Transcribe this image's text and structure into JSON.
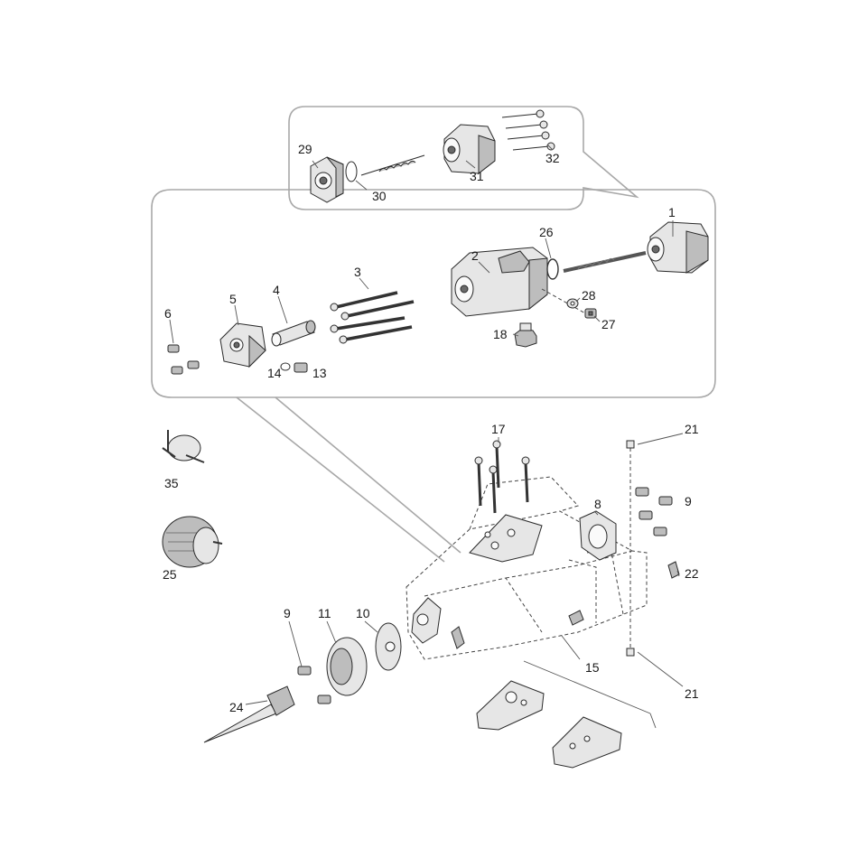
{
  "callouts": [
    {
      "id": "1",
      "text": "1"
    },
    {
      "id": "2",
      "text": "2"
    },
    {
      "id": "3",
      "text": "3"
    },
    {
      "id": "4",
      "text": "4"
    },
    {
      "id": "5",
      "text": "5"
    },
    {
      "id": "6",
      "text": "6"
    },
    {
      "id": "8",
      "text": "8"
    },
    {
      "id": "9a",
      "text": "9"
    },
    {
      "id": "9b",
      "text": "9"
    },
    {
      "id": "10",
      "text": "10"
    },
    {
      "id": "11",
      "text": "11"
    },
    {
      "id": "13",
      "text": "13"
    },
    {
      "id": "14",
      "text": "14"
    },
    {
      "id": "15",
      "text": "15"
    },
    {
      "id": "17",
      "text": "17"
    },
    {
      "id": "18",
      "text": "18"
    },
    {
      "id": "21a",
      "text": "21"
    },
    {
      "id": "21b",
      "text": "21"
    },
    {
      "id": "22",
      "text": "22"
    },
    {
      "id": "24",
      "text": "24"
    },
    {
      "id": "25",
      "text": "25"
    },
    {
      "id": "26",
      "text": "26"
    },
    {
      "id": "27",
      "text": "27"
    },
    {
      "id": "28",
      "text": "28"
    },
    {
      "id": "29",
      "text": "29"
    },
    {
      "id": "30",
      "text": "30"
    },
    {
      "id": "31",
      "text": "31"
    },
    {
      "id": "32",
      "text": "32"
    },
    {
      "id": "35",
      "text": "35"
    }
  ]
}
